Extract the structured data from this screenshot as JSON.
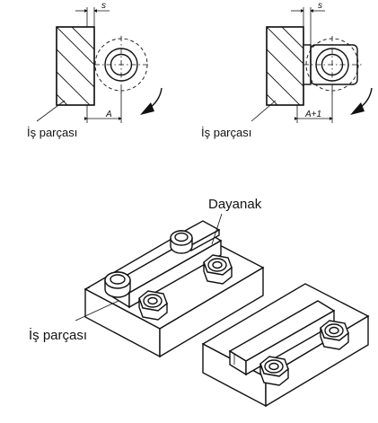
{
  "figure_top": {
    "left": {
      "dim_s": "s",
      "dim_a": "A",
      "label_workpiece": "İş parçası"
    },
    "right": {
      "dim_s": "s",
      "dim_a": "A+1",
      "label_workpiece": "İş parçası"
    }
  },
  "figure_bottom": {
    "label_stop": "Dayanak",
    "label_workpiece": "İş parçası"
  },
  "colors": {
    "line": "#111111",
    "background": "#ffffff"
  }
}
